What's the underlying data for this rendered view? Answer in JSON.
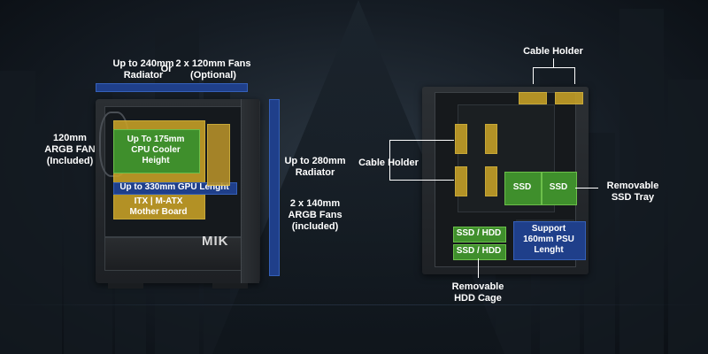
{
  "left_labels": {
    "top_radiator": "Up to 240mm\nRadiator",
    "or": "Or",
    "top_fans": "2 x 120mm Fans\n(Optional)",
    "rear_fan": "120mm\nARGB FAN\n(Included)",
    "cpu_cooler": "Up To 175mm\nCPU Cooler\nHeight",
    "gpu": "Up to 330mm GPU Lenght",
    "motherboard": "ITX | M-ATX\nMother Board",
    "front_radiator": "Up to 280mm\nRadiator",
    "front_fans": "2 x 140mm\nARGB Fans\n(included)",
    "logo": "MIK"
  },
  "right_labels": {
    "cable_holder_top": "Cable Holder",
    "cable_holder_left": "Cable Holder",
    "ssd_left": "SSD",
    "ssd_right": "SSD",
    "ssd_tray": "Removable\nSSD Tray",
    "hdd1": "SSD / HDD",
    "hdd2": "SSD / HDD",
    "psu": "Support\n160mm PSU\nLenght",
    "hdd_cage": "Removable\nHDD Cage"
  },
  "colors": {
    "yellow": "#c9a227",
    "green": "#3f8f2c",
    "blue": "#1f3f8a"
  }
}
